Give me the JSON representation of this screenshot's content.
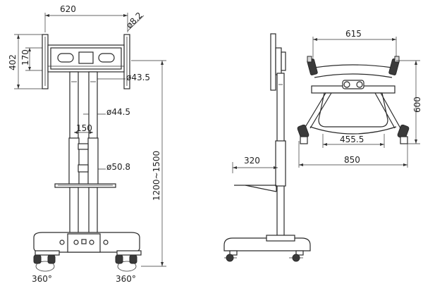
{
  "front_view": {
    "width": "620",
    "bolt_dia": "ø8.2",
    "height_top": "402",
    "height_inner": "170",
    "tube_top": "ø43.5",
    "tube_mid": "ø44.5",
    "spacing": "150",
    "tube_low": "ø50.8",
    "height_range": "1200~1500",
    "rotation_left": "360°",
    "rotation_right": "360°"
  },
  "side_view": {
    "shelf_depth": "320"
  },
  "top_view": {
    "mount_width": "615",
    "depth": "600",
    "shelf_width": "455.5",
    "base_width": "850"
  }
}
